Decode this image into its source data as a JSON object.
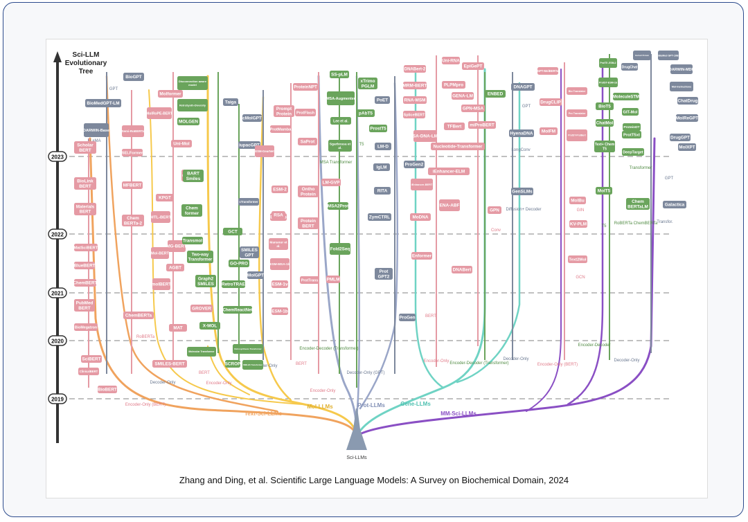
{
  "title": [
    "Sci-LLM",
    "Evolutionary",
    "Tree"
  ],
  "caption": "Zhang and Ding, et al. Scientific Large Language Models: A Survey on Biochemical Domain, 2024",
  "root_label": "Sci-LLMs",
  "years": [
    "2023",
    "2022",
    "2021",
    "2020",
    "2019"
  ],
  "colors": {
    "text": "#e59aa4",
    "mol": "#6aa45c",
    "prot": "#7d889c",
    "gene": "#e59aa4",
    "mm": "#7d889c",
    "text_branch": "#f0a35e",
    "mol_branch": "#f6c94c",
    "prot_branch": "#9aa6c8",
    "gene_branch": "#6fd3c4",
    "mm_branch": "#8a4fc4",
    "axis": "#333333"
  },
  "branches": {
    "text": "Text-Sci-LLMs",
    "mol": "Mol-LLMs",
    "prot": "Prot-LLMs",
    "gene": "Gene-LLMs",
    "mm": "MM-Sci-LLMs"
  },
  "edge_labels": [
    "Encoder-Only (BERT)",
    "Decoder-Only",
    "Encoder-Only",
    "Decoder-Only",
    "Encoder-Only",
    "Decoder-Only (GPT)",
    "Encoder-Decoder (Transformer)",
    "Encoder-Only",
    "Encoder-Decoder (Transformer)",
    "Decoder-Only",
    "Encoder-Only (BERT)",
    "Encoder-Decoder",
    "Decoder-Only",
    "LLaMA",
    "GPT",
    "RoBERTa",
    "BERT",
    "BERT",
    "T5",
    "MSA Transformer",
    "BERT",
    "LongConv",
    "Diffusion+ Decoder",
    "Conv",
    "GPT",
    "T5",
    "Transfor.",
    "GPT",
    "GIN",
    "GCN",
    "RoBERTa ChemBERTa",
    "Transformer"
  ],
  "nodes": [
    {
      "t": "BioMedGPT-LM",
      "c": "prot"
    },
    {
      "t": "DARWIN-Base",
      "c": "prot"
    },
    {
      "t": "BioGPT",
      "c": "prot"
    },
    {
      "t": "Scholar BERT",
      "c": "text"
    },
    {
      "t": "BioLink BERT",
      "c": "text"
    },
    {
      "t": "Materials BERT",
      "c": "text"
    },
    {
      "t": "MatSciBERT",
      "c": "text"
    },
    {
      "t": "BlueBERT",
      "c": "text"
    },
    {
      "t": "ChemBERT",
      "c": "text"
    },
    {
      "t": "PubMed BERT",
      "c": "text"
    },
    {
      "t": "BioMegatron",
      "c": "text"
    },
    {
      "t": "SciBERT",
      "c": "text"
    },
    {
      "t": "ClinicalBERT",
      "c": "text"
    },
    {
      "t": "BioBERT",
      "c": "text"
    },
    {
      "t": "Semi-RoBERTa",
      "c": "text"
    },
    {
      "t": "SELFormer",
      "c": "text"
    },
    {
      "t": "MFBERT",
      "c": "text"
    },
    {
      "t": "Chem BERTa-2",
      "c": "text"
    },
    {
      "t": "ChemBERTa",
      "c": "text"
    },
    {
      "t": "SMILES-BERT",
      "c": "text"
    },
    {
      "t": "Molformer",
      "c": "text"
    },
    {
      "t": "MolRoPE-BERT",
      "c": "text"
    },
    {
      "t": "Uni-Mol",
      "c": "text"
    },
    {
      "t": "MOLGEN",
      "c": "mol"
    },
    {
      "t": "KPGT",
      "c": "text"
    },
    {
      "t": "Mol-Former",
      "c": "text"
    },
    {
      "t": "MTL-BERT",
      "c": "text"
    },
    {
      "t": "MG-BERT",
      "c": "text"
    },
    {
      "t": "Mol-BERT",
      "c": "text"
    },
    {
      "t": "AGBT",
      "c": "text"
    },
    {
      "t": "molBERT",
      "c": "text"
    },
    {
      "t": "GROVER",
      "c": "text"
    },
    {
      "t": "MAT",
      "c": "text"
    },
    {
      "t": "Disconnection aware model",
      "c": "mol"
    },
    {
      "t": "RetroSynth-Diversity",
      "c": "mol"
    },
    {
      "t": "BART Smiles",
      "c": "mol"
    },
    {
      "t": "Chem former",
      "c": "mol"
    },
    {
      "t": "Transmol",
      "c": "mol"
    },
    {
      "t": "Two-way Transformer",
      "c": "mol"
    },
    {
      "t": "Graph2 SMILES",
      "c": "mol"
    },
    {
      "t": "X-MOL",
      "c": "mol"
    },
    {
      "t": "Molecular Transformer",
      "c": "mol"
    },
    {
      "t": "Retrosynthesis Transformer",
      "c": "mol"
    },
    {
      "t": "SCROP",
      "c": "mol"
    },
    {
      "t": "SMILES Transformer",
      "c": "mol"
    },
    {
      "t": "GCT",
      "c": "mol"
    },
    {
      "t": "GO-PRO",
      "c": "mol"
    },
    {
      "t": "RetroTRAE",
      "c": "mol"
    },
    {
      "t": "ChemReactNet",
      "c": "mol"
    },
    {
      "t": "Taiga",
      "c": "prot"
    },
    {
      "t": "cMolGPT",
      "c": "prot"
    },
    {
      "t": "iupacGPT",
      "c": "prot"
    },
    {
      "t": "cTransformer",
      "c": "prot"
    },
    {
      "t": "SMILES GPT",
      "c": "prot"
    },
    {
      "t": "MolGPT",
      "c": "prot"
    },
    {
      "t": "ProteinNPT",
      "c": "text"
    },
    {
      "t": "Prompt Protein",
      "c": "text"
    },
    {
      "t": "ProtFlash",
      "c": "text"
    },
    {
      "t": "ProtMamba",
      "c": "text"
    },
    {
      "t": "SaProt",
      "c": "text"
    },
    {
      "t": "ESM-GearNet",
      "c": "text"
    },
    {
      "t": "ESM-2",
      "c": "text"
    },
    {
      "t": "ESM-1b",
      "c": "text"
    },
    {
      "t": "Ontho Protein",
      "c": "text"
    },
    {
      "t": "LM-GVP",
      "c": "text"
    },
    {
      "t": "Protein BERT",
      "c": "text"
    },
    {
      "t": "RSA",
      "c": "text"
    },
    {
      "t": "Mansour et al.",
      "c": "text"
    },
    {
      "t": "ESM-MSA-1b",
      "c": "text"
    },
    {
      "t": "ESM-1v",
      "c": "text"
    },
    {
      "t": "ProtTrans",
      "c": "text"
    },
    {
      "t": "PMLM",
      "c": "text"
    },
    {
      "t": "ESM-1b",
      "c": "text"
    },
    {
      "t": "SS-pLM",
      "c": "mol"
    },
    {
      "t": "MSA-Augmenter",
      "c": "mol"
    },
    {
      "t": "Lee et al.",
      "c": "mol"
    },
    {
      "t": "Sgarbossa et al.",
      "c": "mol"
    },
    {
      "t": "MSA2Prot",
      "c": "mol"
    },
    {
      "t": "Fold2Seq",
      "c": "mol"
    },
    {
      "t": "xTrimo PGLM",
      "c": "mol"
    },
    {
      "t": "pAbT5",
      "c": "mol"
    },
    {
      "t": "ProstT5",
      "c": "mol"
    },
    {
      "t": "PoET",
      "c": "prot"
    },
    {
      "t": "LM-D",
      "c": "prot"
    },
    {
      "t": "ProGen2",
      "c": "prot"
    },
    {
      "t": "IgLM",
      "c": "prot"
    },
    {
      "t": "RITA",
      "c": "prot"
    },
    {
      "t": "ZymCTRL",
      "c": "prot"
    },
    {
      "t": "Prot GPT2",
      "c": "prot"
    },
    {
      "t": "ProGen",
      "c": "prot"
    },
    {
      "t": "DNABert-2",
      "c": "text"
    },
    {
      "t": "MRM-BERT",
      "c": "text"
    },
    {
      "t": "RNA-MSM",
      "c": "text"
    },
    {
      "t": "SpliceBERT",
      "c": "text"
    },
    {
      "t": "iEnhancer-BERT",
      "c": "text"
    },
    {
      "t": "MoDNA",
      "c": "text"
    },
    {
      "t": "Enformer",
      "c": "text"
    },
    {
      "t": "DNABert",
      "c": "text"
    },
    {
      "t": "Uni-RNA",
      "c": "text"
    },
    {
      "t": "EpiGePT",
      "c": "text"
    },
    {
      "t": "PLPMpro",
      "c": "text"
    },
    {
      "t": "GENA-LM",
      "c": "text"
    },
    {
      "t": "GPN-MSA",
      "c": "text"
    },
    {
      "t": "SA-DNA-LM",
      "c": "text"
    },
    {
      "t": "TFBert",
      "c": "text"
    },
    {
      "t": "miProBERT",
      "c": "text"
    },
    {
      "t": "Nucleotide-Transformer",
      "c": "text"
    },
    {
      "t": "iEnhancer-ELM",
      "c": "text"
    },
    {
      "t": "ENA-ABF",
      "c": "text"
    },
    {
      "t": "GPN",
      "c": "text"
    },
    {
      "t": "ENBED",
      "c": "mol"
    },
    {
      "t": "DNAGPT",
      "c": "prot"
    },
    {
      "t": "HyenaDNA",
      "c": "prot"
    },
    {
      "t": "GenSLMs",
      "c": "prot"
    },
    {
      "t": "GPT-MolBERTa",
      "c": "text"
    },
    {
      "t": "DrugCLIP",
      "c": "text"
    },
    {
      "t": "MoIFM",
      "c": "text"
    },
    {
      "t": "Bio Translator",
      "c": "text"
    },
    {
      "t": "Pro Translator",
      "c": "text"
    },
    {
      "t": "ProtST-ProtBert",
      "c": "text"
    },
    {
      "t": "MolBu",
      "c": "text"
    },
    {
      "t": "KV-PLM",
      "c": "text"
    },
    {
      "t": "Text2Mol",
      "c": "text"
    },
    {
      "t": "ProtT5 -ESM-2",
      "c": "mol"
    },
    {
      "t": "ProtST-ESM-1b",
      "c": "mol"
    },
    {
      "t": "BioT5",
      "c": "mol"
    },
    {
      "t": "ChatMol",
      "c": "mol"
    },
    {
      "t": "Text+ Chem T5",
      "c": "mol"
    },
    {
      "t": "MolT5",
      "c": "mol"
    },
    {
      "t": "MoleculeSTM",
      "c": "mol"
    },
    {
      "t": "GIT-Mol",
      "c": "mol"
    },
    {
      "t": "ProteinDT",
      "c": "mol"
    },
    {
      "t": "ProtT5xt",
      "c": "mol"
    },
    {
      "t": "DeepTarget",
      "c": "mol"
    },
    {
      "t": "Chem BERTaLM",
      "c": "mol"
    },
    {
      "t": "Instruct Protein",
      "c": "prot"
    },
    {
      "t": "BioMed GPT-10B",
      "c": "prot"
    },
    {
      "t": "DrugChat",
      "c": "prot"
    },
    {
      "t": "DARWIN-MDP",
      "c": "prot"
    },
    {
      "t": "Mol-Instructions",
      "c": "prot"
    },
    {
      "t": "ChatDrug",
      "c": "prot"
    },
    {
      "t": "MolReGPT",
      "c": "prot"
    },
    {
      "t": "DrugGPT",
      "c": "prot"
    },
    {
      "t": "MolXPT",
      "c": "prot"
    },
    {
      "t": "Galactica",
      "c": "prot"
    }
  ]
}
